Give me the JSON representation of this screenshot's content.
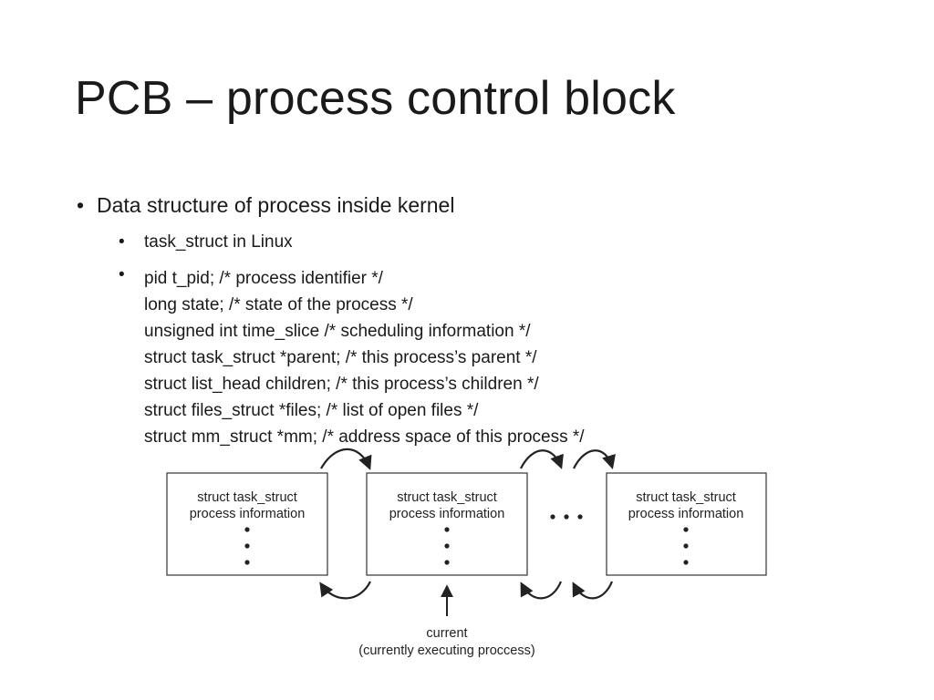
{
  "slide": {
    "title": "PCB – process control block",
    "bullet1": "Data structure of process inside kernel",
    "sub_bullet1": "task_struct in Linux",
    "code_lines": [
      "pid t_pid; /* process identifier */",
      "long state; /* state of the process */",
      "unsigned int time_slice /* scheduling information */",
      "struct task_struct *parent; /* this process’s parent */",
      "struct list_head children; /* this process’s children */",
      "struct files_struct *files; /* list of open files */",
      "struct mm_struct *mm; /* address space of this process */"
    ],
    "bullet_glyph": "•"
  },
  "diagram": {
    "boxes": [
      {
        "line1": "struct task_struct",
        "line2": "process information"
      },
      {
        "line1": "struct task_struct",
        "line2": "process information"
      },
      {
        "line1": "struct task_struct",
        "line2": "process information"
      }
    ],
    "ellipsis": "• • •",
    "current_label": "current",
    "current_sublabel": "(currently executing proccess)"
  }
}
